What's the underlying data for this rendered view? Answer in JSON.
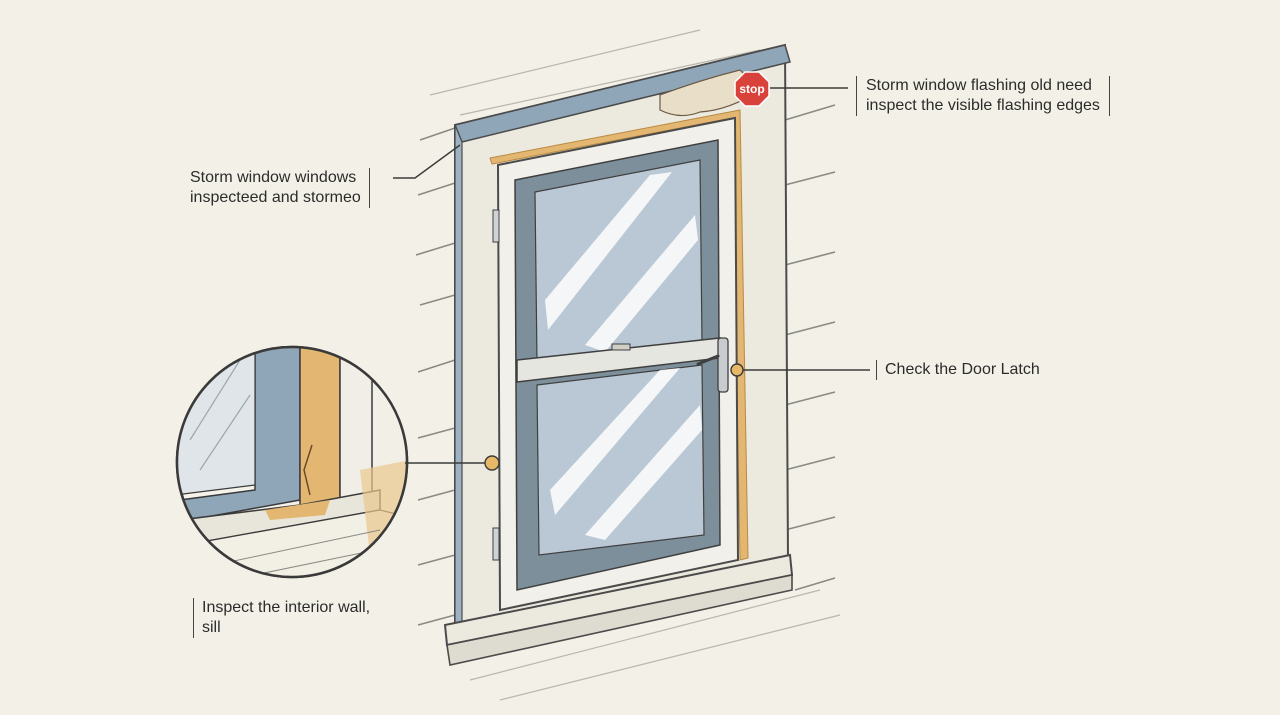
{
  "callouts": {
    "top_left": {
      "line1": "Storm window windows",
      "line2": "inspecteed and stormeo"
    },
    "top_right": {
      "line1": "Storm window flashing old need",
      "line2": "inspect the visible flashing edges"
    },
    "right": {
      "label": "Check the Door Latch"
    },
    "bottom_left": {
      "line1": "Inspect the interior wall,",
      "line2": "sill"
    }
  },
  "badge": {
    "text": "stop",
    "color": "#d9423b"
  },
  "colors": {
    "background": "#f3f1e7",
    "frame_blue": "#8fa6b8",
    "glass": "#b9c8d4",
    "caulk": "#e3b771",
    "marker": "#e7b866"
  }
}
